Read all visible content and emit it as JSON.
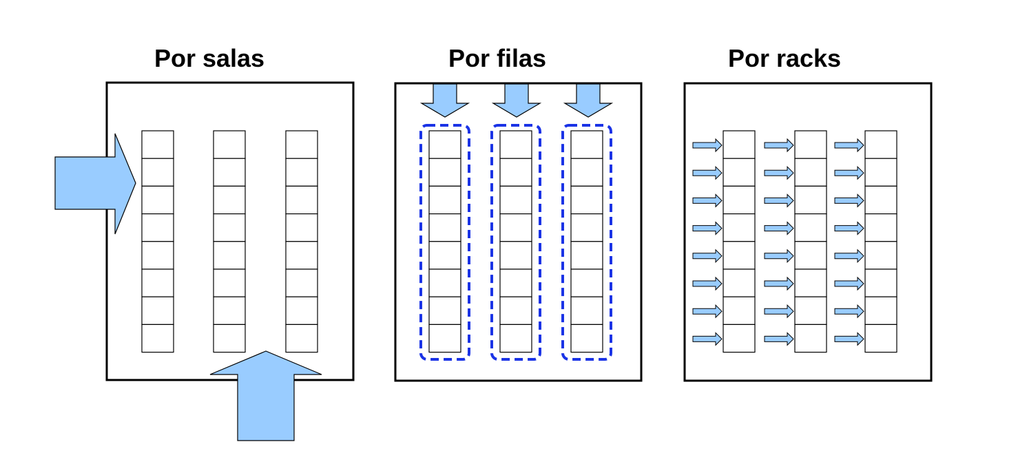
{
  "panels": [
    {
      "id": "salas",
      "title": "Por salas"
    },
    {
      "id": "filas",
      "title": "Por filas"
    },
    {
      "id": "racks",
      "title": "Por racks"
    }
  ],
  "colors": {
    "arrow_fill": "#99ccff",
    "outline": "#000000",
    "containment_dash": "#1a33e6"
  },
  "racks_per_column": 8,
  "columns_per_panel": 3
}
